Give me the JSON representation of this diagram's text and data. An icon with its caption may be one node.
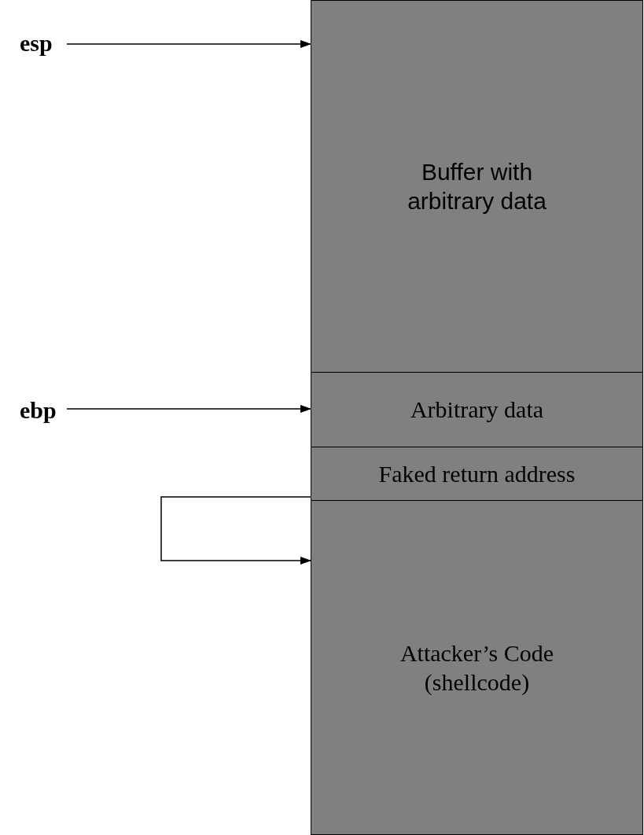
{
  "diagram": {
    "nodes": [
      {
        "text": [
          "esp"
        ]
      },
      {
        "text": [
          "Buffer with arbitrary data"
        ]
      },
      {
        "text": [
          "ebp"
        ]
      },
      {
        "text": [
          "Arbitrary data"
        ]
      },
      {
        "text": [
          "Faked return address"
        ]
      },
      {
        "text": [
          "Attacker’s Code (shellcode)"
        ]
      }
    ],
    "edges": [
      {
        "from": 0,
        "to": 1,
        "arrow": "to"
      },
      {
        "from": 2,
        "to": 3,
        "arrow": "to"
      },
      {
        "from": 4,
        "to": 5,
        "arrow": "to"
      }
    ]
  }
}
